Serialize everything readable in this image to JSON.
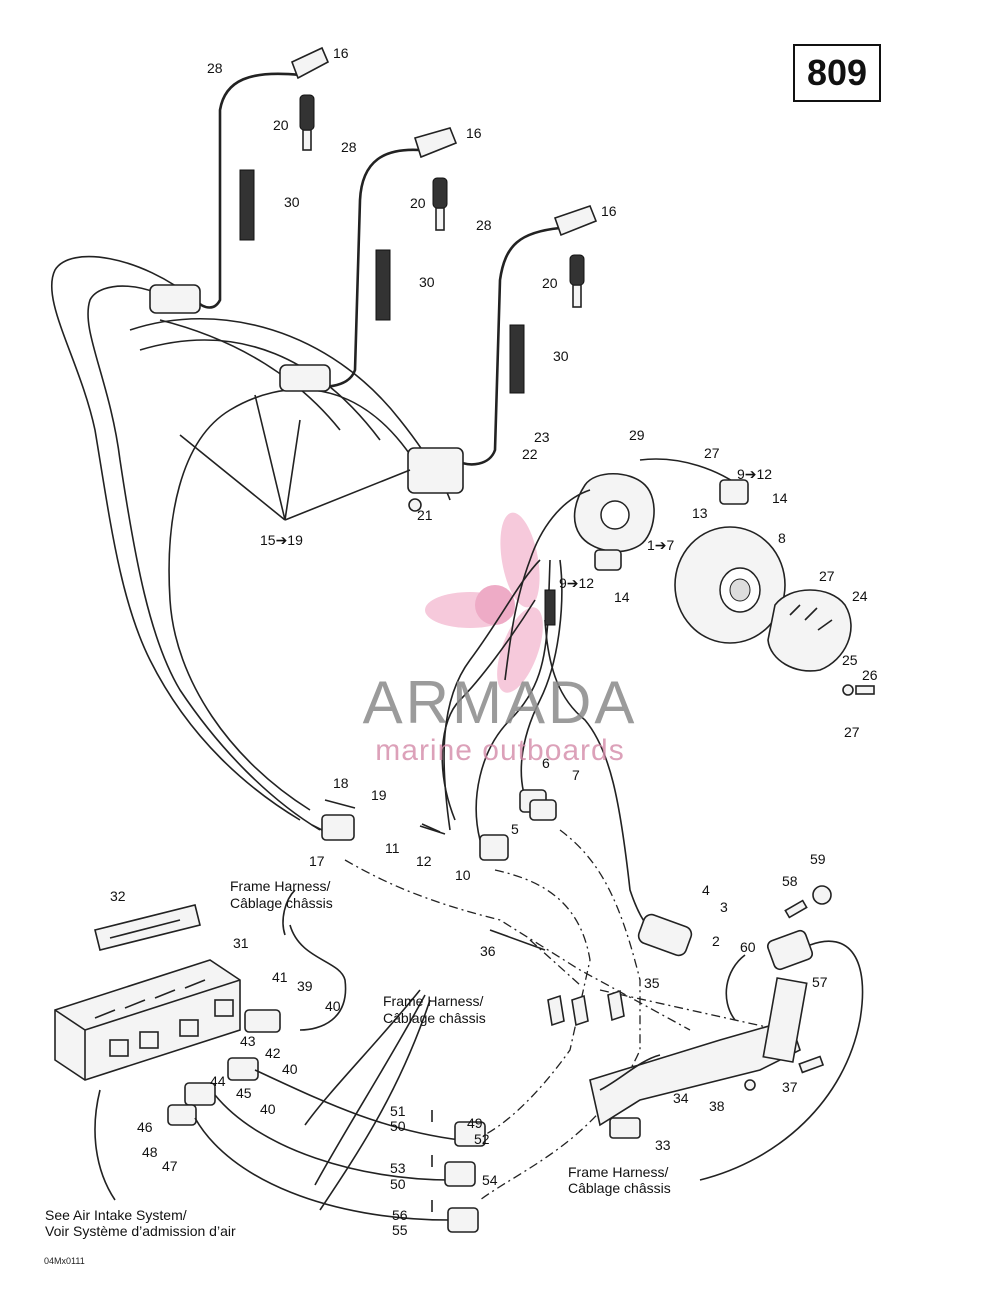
{
  "page_number": "809",
  "drawing_code": "04Mx0111",
  "watermark": {
    "name": "ARMADA",
    "tagline": "marine outboards"
  },
  "notes": {
    "frame_harness_1": [
      "Frame Harness/",
      "Câblage châssis"
    ],
    "frame_harness_2": [
      "Frame Harness/",
      "Câblage châssis"
    ],
    "frame_harness_3": [
      "Frame Harness/",
      "Câblage châssis"
    ],
    "air_intake": [
      "See Air Intake System/",
      "Voir Système d’admission d’air"
    ]
  },
  "labels": {
    "n16": "16",
    "n28": "28",
    "n20": "20",
    "n30": "30",
    "n15_19": "15➔19",
    "n21": "21",
    "n22": "22",
    "n23": "23",
    "n29": "29",
    "n27": "27",
    "n9_12": "9➔12",
    "n14": "14",
    "n13": "13",
    "n1_7": "1➔7",
    "n8": "8",
    "n24": "24",
    "n25": "25",
    "n26": "26",
    "n18": "18",
    "n19": "19",
    "n17": "17",
    "n11": "11",
    "n12": "12",
    "n10": "10",
    "n5": "5",
    "n6": "6",
    "n7": "7",
    "n4": "4",
    "n3": "3",
    "n2": "2",
    "n58": "58",
    "n59": "59",
    "n60": "60",
    "n57": "57",
    "n36": "36",
    "n35": "35",
    "n34": "34",
    "n37": "37",
    "n38": "38",
    "n33": "33",
    "n32": "32",
    "n31": "31",
    "n41": "41",
    "n39": "39",
    "n40": "40",
    "n43": "43",
    "n42": "42",
    "n44": "44",
    "n45": "45",
    "n46": "46",
    "n48": "48",
    "n47": "47",
    "n49": "49",
    "n51": "51",
    "n50": "50",
    "n52": "52",
    "n53": "53",
    "n54": "54",
    "n56": "56",
    "n55": "55"
  },
  "colors": {
    "line": "#222222",
    "watermark_grey": "#8a8a8a",
    "watermark_pink": "#d48aa8"
  }
}
